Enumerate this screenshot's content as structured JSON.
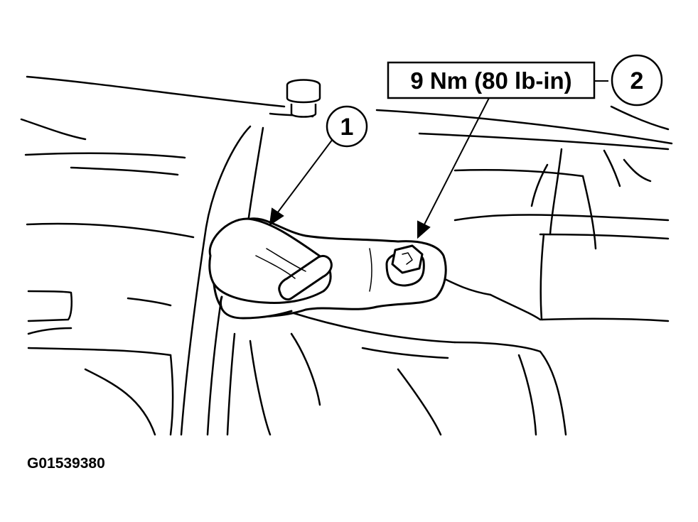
{
  "callouts": [
    {
      "number": "1"
    },
    {
      "number": "2"
    }
  ],
  "torque_label": "9 Nm (80 lb-in)",
  "figure_id": "G01539380"
}
